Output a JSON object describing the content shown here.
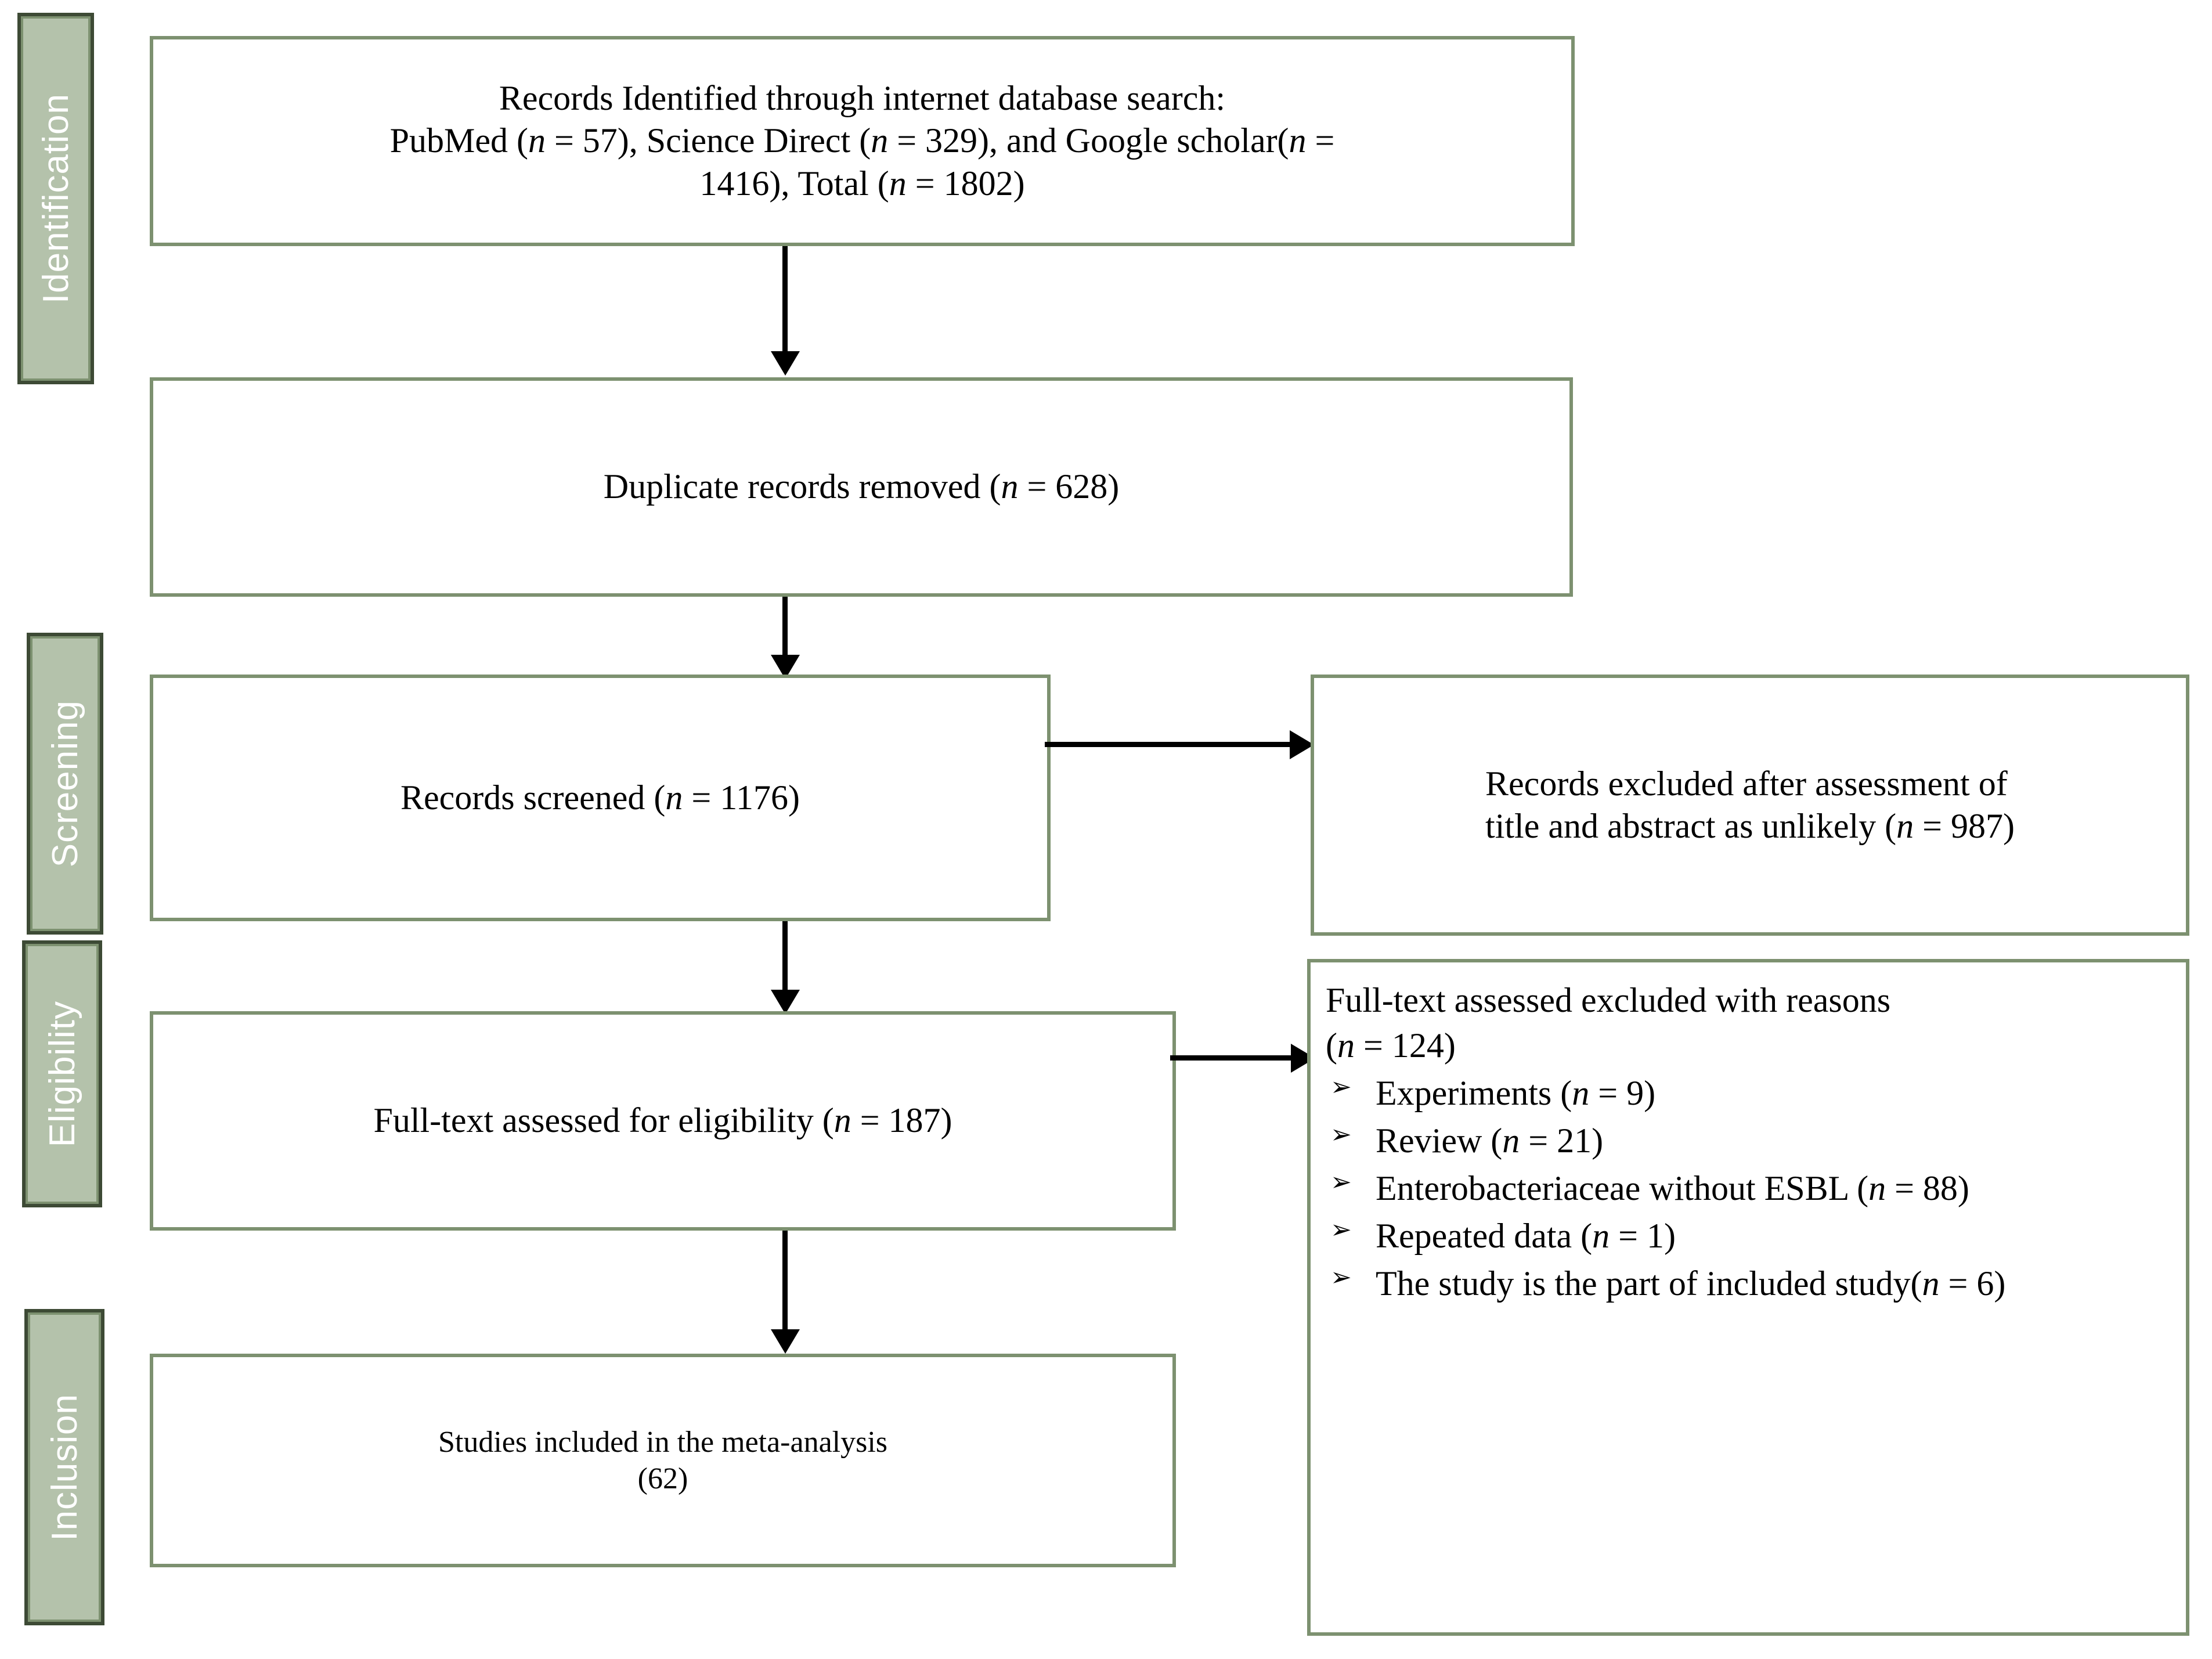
{
  "diagram": {
    "title": "PRISMA study selection flow diagram",
    "colors": {
      "box_border": "#7d9170",
      "tab_fill": "#b4c2ab",
      "tab_outer": "#3d4a35",
      "tab_text": "#ffffff",
      "connector": "#000000"
    }
  },
  "stages": [
    {
      "id": "identification",
      "label": "Identification"
    },
    {
      "id": "screening",
      "label": "Screening"
    },
    {
      "id": "eligibility",
      "label": "Eligibility"
    },
    {
      "id": "inclusion",
      "label": "Inclusion"
    }
  ],
  "boxes": {
    "identified": {
      "line1": "Records Identified  through internet database search:",
      "line2_a": "PubMed (",
      "line2_n1": "n",
      "line2_b": " = 57),  Science Direct (",
      "line2_n2": "n",
      "line2_c": " = 329), and Google scholar(",
      "line2_n3": "n",
      "line2_d": " =",
      "line3_a": "1416), Total (",
      "line3_n": "n",
      "line3_b": " = 1802)",
      "plain": "Records Identified  through internet database search: PubMed (n = 57),  Science Direct (n = 329), and Google scholar(n = 1416), Total (n = 1802)"
    },
    "duplicates": {
      "a": "Duplicate records removed (",
      "n": "n",
      "b": " = 628)",
      "plain": "Duplicate records removed (n = 628)"
    },
    "screened": {
      "a": "Records screened (",
      "n": "n",
      "b": " = 1176)",
      "plain": "Records screened (n = 1176)"
    },
    "excluded_screening": {
      "line1": "Records excluded  after assessment of",
      "line2_a": "title and abstract as unlikely (",
      "line2_n": "n",
      "line2_b": " = 987)",
      "plain": "Records excluded  after assessment of title and abstract as unlikely (n = 987)"
    },
    "fulltext_assessed": {
      "a": "Full-text assessed for eligibility (",
      "n": "n",
      "b": " = 187)",
      "plain": "Full-text assessed for eligibility (n = 187)"
    },
    "fulltext_excluded": {
      "heading_line1": "Full-text assessed excluded with reasons",
      "heading_line2_a": "(",
      "heading_line2_n": "n",
      "heading_line2_b": " = 124)",
      "heading_plain": "Full-text assessed excluded with reasons (n = 124)",
      "bullet_glyph": "➢",
      "reasons": [
        {
          "text_a": "Experiments (",
          "n": "n",
          "text_b": " = 9)",
          "plain": "Experiments (n = 9)"
        },
        {
          "text_a": "Review (",
          "n": "n",
          "text_b": " = 21)",
          "plain": "Review (n = 21)"
        },
        {
          "text_a": "Enterobacteriaceae without ESBL (",
          "n": "n",
          "text_b": " = 88)",
          "plain": "Enterobacteriaceae without ESBL (n = 88)"
        },
        {
          "text_a": "Repeated data (",
          "n": "n",
          "text_b": " = 1)",
          "plain": "Repeated data (n = 1)"
        },
        {
          "text_a": "The study is the part of included study(",
          "n": "n",
          "text_b": " = 6)",
          "plain": "The study is the part of included study(n = 6)"
        }
      ]
    },
    "included": {
      "line1": "Studies included in the meta-analysis",
      "line2": "(62)",
      "plain": "Studies included in the meta-analysis (62)"
    }
  },
  "flow_data": {
    "type": "prisma_flow",
    "records_identified_total": 1802,
    "sources": [
      {
        "name": "PubMed",
        "n": 57
      },
      {
        "name": "Science Direct",
        "n": 329
      },
      {
        "name": "Google scholar",
        "n": 1416
      }
    ],
    "duplicates_removed": 628,
    "records_screened": 1176,
    "records_excluded_title_abstract": 987,
    "fulltext_assessed": 187,
    "fulltext_excluded": 124,
    "exclusion_reasons": [
      {
        "reason": "Experiments",
        "n": 9
      },
      {
        "reason": "Review",
        "n": 21
      },
      {
        "reason": "Enterobacteriaceae without ESBL",
        "n": 88
      },
      {
        "reason": "Repeated data",
        "n": 1
      },
      {
        "reason": "The study is the part of included study",
        "n": 6
      }
    ],
    "studies_included": 62
  }
}
